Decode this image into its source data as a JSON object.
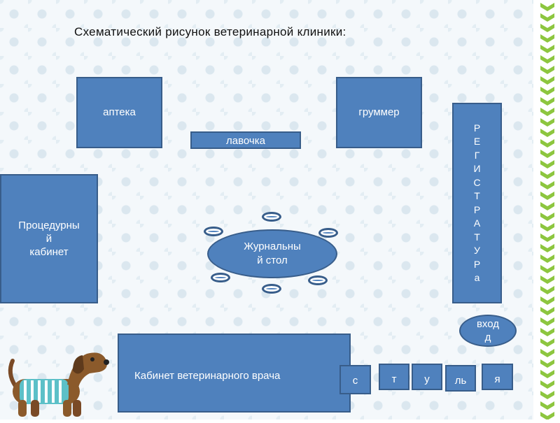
{
  "title": "Схематический рисунок  ветеринарной  клиники:",
  "rooms": {
    "pharmacy": "аптека",
    "groomer": "груммер",
    "bench": "лавочка",
    "procedure_room": [
      "Процедурны",
      "й",
      "кабинет"
    ],
    "journal_table": [
      "Журнальны",
      "й стол"
    ],
    "vet_office": "Кабинет  ветеринарного  врача",
    "entrance": [
      "вход",
      "д"
    ]
  },
  "registry_letters": [
    "Р",
    "Е",
    "Г",
    "И",
    "С",
    "Т",
    "Р",
    "А",
    "Т",
    "У",
    "Р",
    "а"
  ],
  "chairs": [
    "с",
    "т",
    "у",
    "ль",
    "я"
  ],
  "colors": {
    "box_fill": "#4f81bd",
    "box_border": "#385d8a",
    "accent_green": "#8dc63f"
  }
}
